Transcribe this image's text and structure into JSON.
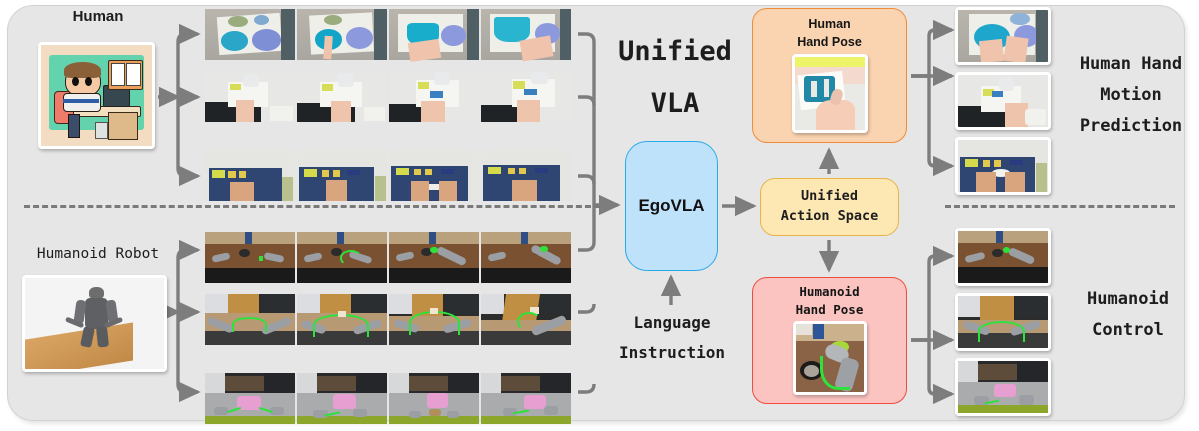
{
  "diagram": {
    "title": "Unified VLA",
    "title_lines": [
      "Unified",
      "VLA"
    ],
    "background_color": "#e6e6e6",
    "divider": "dashed-horizontal-separator"
  },
  "left": {
    "human_label": "Human",
    "robot_label": "Humanoid Robot",
    "human_avatar_icon": "cartoon-person-at-desk-icon",
    "robot_avatar_icon": "humanoid-robot-at-table-icon"
  },
  "model": {
    "egovla_label": "EgoVLA",
    "egovla_color": "#bfe2fb",
    "egovla_border": "#29a9e8",
    "language_instruction_lines": [
      "Language",
      "Instruction"
    ],
    "unified_action_space_lines": [
      "Unified",
      "Action Space"
    ],
    "unified_action_space_color": "#fde8b4",
    "unified_action_space_border": "#e8b44a"
  },
  "pose": {
    "human": {
      "title_lines": [
        "Human",
        "Hand Pose"
      ],
      "color": "#fad4b0",
      "border": "#f08b38",
      "thumb_icon": "human-hand-grasping-cup-icon"
    },
    "humanoid": {
      "title_lines": [
        "Humanoid",
        "Hand Pose"
      ],
      "color": "#fbc4c0",
      "border": "#ef4b3e",
      "thumb_icon": "robot-hand-grasping-bowl-icon"
    }
  },
  "outputs": {
    "human_prediction_lines": [
      "Human Hand",
      "Motion",
      "Prediction"
    ],
    "humanoid_control_lines": [
      "Humanoid",
      "Control"
    ]
  },
  "human_strips": [
    {
      "name": "pour-into-blue-bowl",
      "frames": [
        "frame-1",
        "frame-2",
        "frame-3",
        "frame-4"
      ]
    },
    {
      "name": "handle-white-container",
      "frames": [
        "frame-1",
        "frame-2",
        "frame-3",
        "frame-4"
      ]
    },
    {
      "name": "blue-mat-tool-use",
      "frames": [
        "frame-1",
        "frame-2",
        "frame-3",
        "frame-4"
      ]
    }
  ],
  "robot_strips": [
    {
      "name": "wooden-table-bowl-reach",
      "frames": [
        "frame-1",
        "frame-2",
        "frame-3",
        "frame-4"
      ]
    },
    {
      "name": "wooden-chair-lift",
      "frames": [
        "frame-1",
        "frame-2",
        "frame-3",
        "frame-4"
      ]
    },
    {
      "name": "pink-tray-pick",
      "frames": [
        "frame-1",
        "frame-2",
        "frame-3",
        "frame-4"
      ]
    }
  ],
  "output_human_frames": [
    "pour-into-blue-bowl-result",
    "handle-white-container-result",
    "blue-mat-tool-use-result"
  ],
  "output_robot_frames": [
    "wooden-table-bowl-result",
    "wooden-chair-lift-result",
    "pink-tray-pick-result"
  ]
}
